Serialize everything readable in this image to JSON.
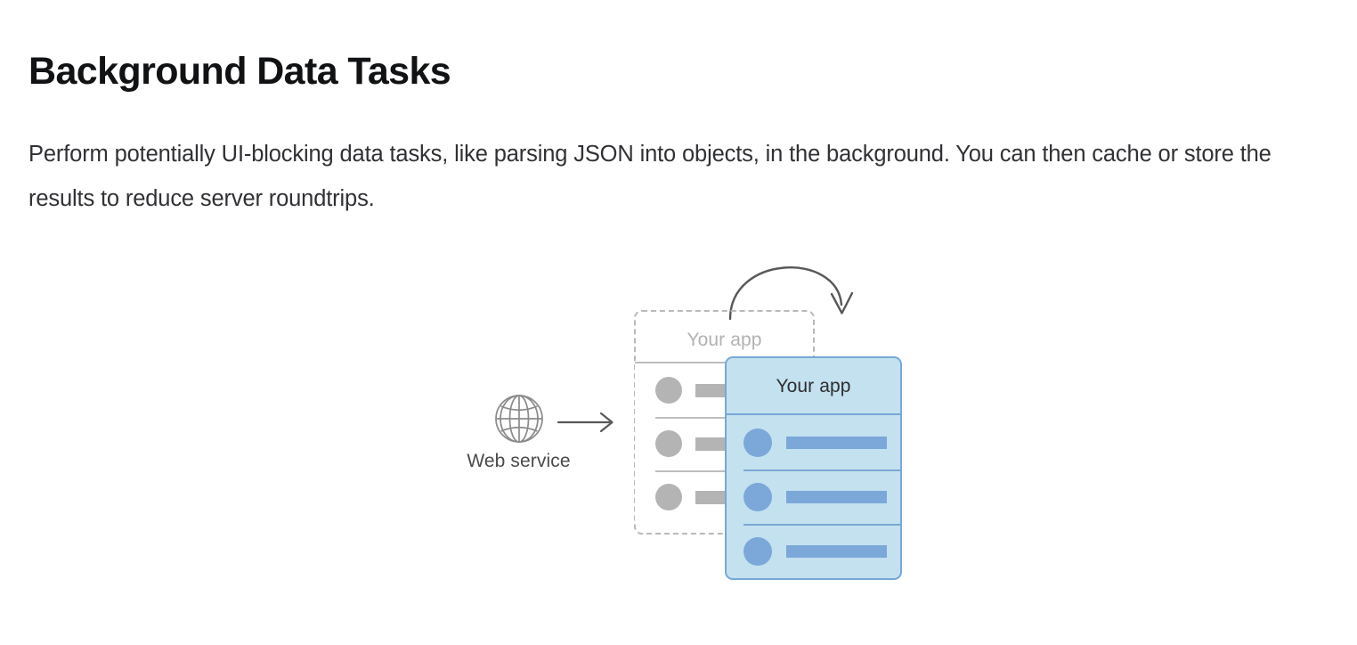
{
  "page": {
    "title": "Background Data Tasks",
    "description": "Perform potentially UI-blocking data tasks, like parsing JSON into objects, in the background. You can then cache or store the results to reduce server roundtrips."
  },
  "diagram": {
    "web_service": {
      "icon": "globe-icon",
      "label": "Web service"
    },
    "flow_arrow": {
      "icon": "right-arrow-icon"
    },
    "loop_arrow": {
      "icon": "curved-return-arrow-icon"
    },
    "app_container": {
      "label": "Your app",
      "style": "dashed"
    },
    "grey_card": {
      "rows": [
        {
          "dot": "avatar-placeholder",
          "bar": "text-placeholder"
        },
        {
          "dot": "avatar-placeholder",
          "bar": "text-placeholder"
        },
        {
          "dot": "avatar-placeholder",
          "bar": "text-placeholder"
        }
      ]
    },
    "blue_card": {
      "header": "Your app",
      "rows": [
        {
          "dot": "avatar-placeholder",
          "bar": "text-placeholder"
        },
        {
          "dot": "avatar-placeholder",
          "bar": "text-placeholder"
        },
        {
          "dot": "avatar-placeholder",
          "bar": "text-placeholder"
        }
      ]
    }
  },
  "colors": {
    "title": "#111214",
    "body_text": "#303134",
    "dashed_border": "#b9b9b9",
    "dashed_label": "#b2b2b4",
    "grey_fill": "#b4b4b4",
    "grey_line": "#bdbdbd",
    "blue_card_fill": "#c3e1ef",
    "blue_card_border": "#77a8d6",
    "blue_accent": "#7ba8d9",
    "arrow_stroke": "#58585a",
    "globe_stroke": "#8b8b8d"
  }
}
